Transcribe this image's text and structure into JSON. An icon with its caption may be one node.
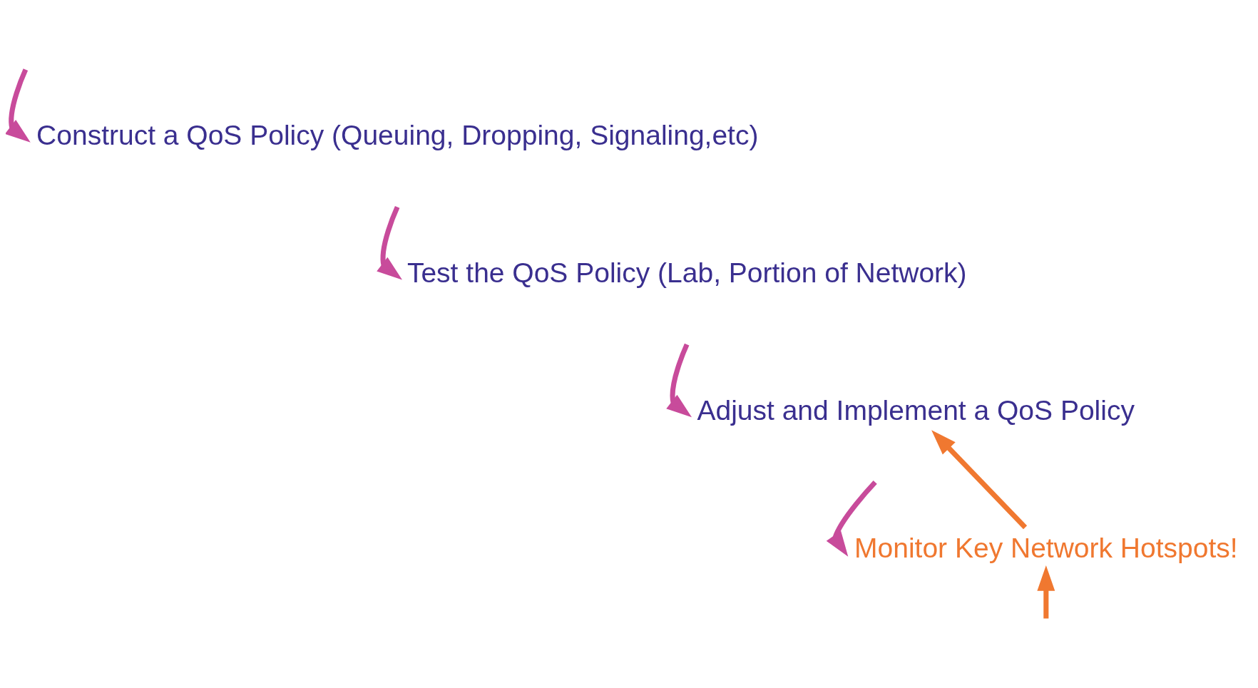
{
  "diagram": {
    "nodes": [
      {
        "text": [
          "Construct a QoS Policy (Queuing, Dropping, Signaling,etc)"
        ]
      },
      {
        "text": [
          "Test the QoS Policy (Lab, Portion of Network)"
        ]
      },
      {
        "text": [
          "Adjust and Implement a QoS Policy"
        ]
      },
      {
        "text": [
          "Monitor Key Network Hotspots!"
        ]
      }
    ],
    "edges": [
      {
        "from": null,
        "to": 0,
        "arrow": "to"
      },
      {
        "from": null,
        "to": 1,
        "arrow": "to"
      },
      {
        "from": null,
        "to": 2,
        "arrow": "to"
      },
      {
        "from": null,
        "to": 3,
        "arrow": "to"
      },
      {
        "from": 3,
        "to": 2,
        "arrow": "to",
        "color": "#f07830"
      },
      {
        "from": null,
        "to": 3,
        "arrow": "to",
        "color": "#f07830"
      }
    ]
  }
}
